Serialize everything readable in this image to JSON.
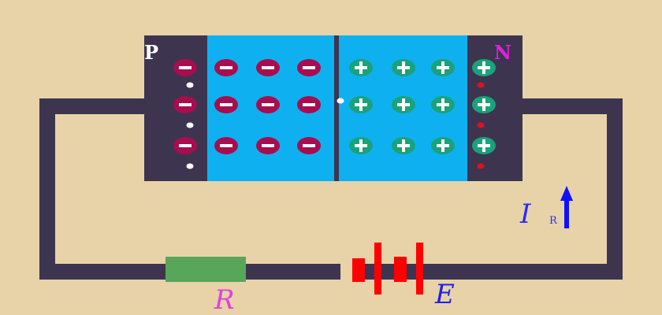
{
  "labels": {
    "p_region": "P",
    "n_region": "N",
    "current_symbol": "I",
    "current_subscript": "R",
    "resistor": "R",
    "battery": "E"
  },
  "ions": {
    "negative_sign": "−",
    "positive_sign": "+"
  },
  "colors": {
    "background": "#e8d2a8",
    "wire": "#3d3550",
    "p_region": "#3d3550",
    "n_region": "#3d3550",
    "depletion_region": "#0fb0f0",
    "negative_ion": "#a80d4e",
    "positive_ion": "#1aa27a",
    "p_carrier_dot": "#ffffff",
    "n_carrier_dot": "#e01020",
    "p_label": "#ffffff",
    "n_label": "#e020e0",
    "current_label": "#2a2aff",
    "resistor_fill": "#58a65a",
    "resistor_label": "#e040e0",
    "battery_fill": "#ff0000",
    "battery_label": "#2020ee"
  }
}
